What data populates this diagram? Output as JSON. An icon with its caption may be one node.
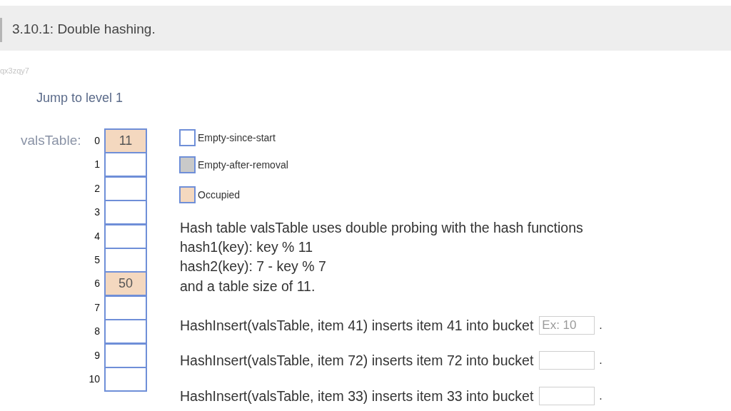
{
  "diagram": {
    "title": "3.10.1: Double hashing.",
    "nodes": [
      {
        "text": [
          "11"
        ],
        "beside": [
          "0"
        ]
      },
      {
        "text": [],
        "shape": "box",
        "beside": [
          "1"
        ]
      },
      {
        "text": [],
        "shape": "box",
        "beside": [
          "2"
        ]
      },
      {
        "text": [],
        "shape": "box",
        "beside": [
          "3"
        ]
      },
      {
        "text": [],
        "shape": "box",
        "beside": [
          "4"
        ]
      },
      {
        "text": [],
        "shape": "box",
        "beside": [
          "5"
        ]
      },
      {
        "text": [
          "50"
        ],
        "beside": [
          "6"
        ]
      },
      {
        "text": [],
        "shape": "box",
        "beside": [
          "7"
        ]
      },
      {
        "text": [],
        "shape": "box",
        "beside": [
          "8"
        ]
      },
      {
        "text": [],
        "shape": "box",
        "beside": [
          "9"
        ]
      },
      {
        "text": [],
        "shape": "box",
        "beside": [
          "10"
        ]
      }
    ],
    "labels": [
      "qx3zqy7",
      "Jump to level 1",
      "valsTable:",
      "Hash table valsTable uses double probing with the hash functions",
      "hash1(key): key % 11",
      "hash2(key): 7 - key % 7",
      "and a table size of 11.",
      "HashInsert(valsTable, item 41) inserts item 41 into bucket",
      "Ex: 10",
      ".",
      "HashInsert(valsTable, item 72) inserts item 72 into bucket",
      ".",
      "HashInsert(valsTable, item 33) inserts item 33 into bucket",
      "."
    ],
    "legend": [
      {
        "text": "Empty-since-start"
      },
      {
        "text": "Empty-after-removal",
        "color": "#c9c9c9"
      },
      {
        "text": "Occupied",
        "color": "#f4d8bf"
      }
    ]
  }
}
